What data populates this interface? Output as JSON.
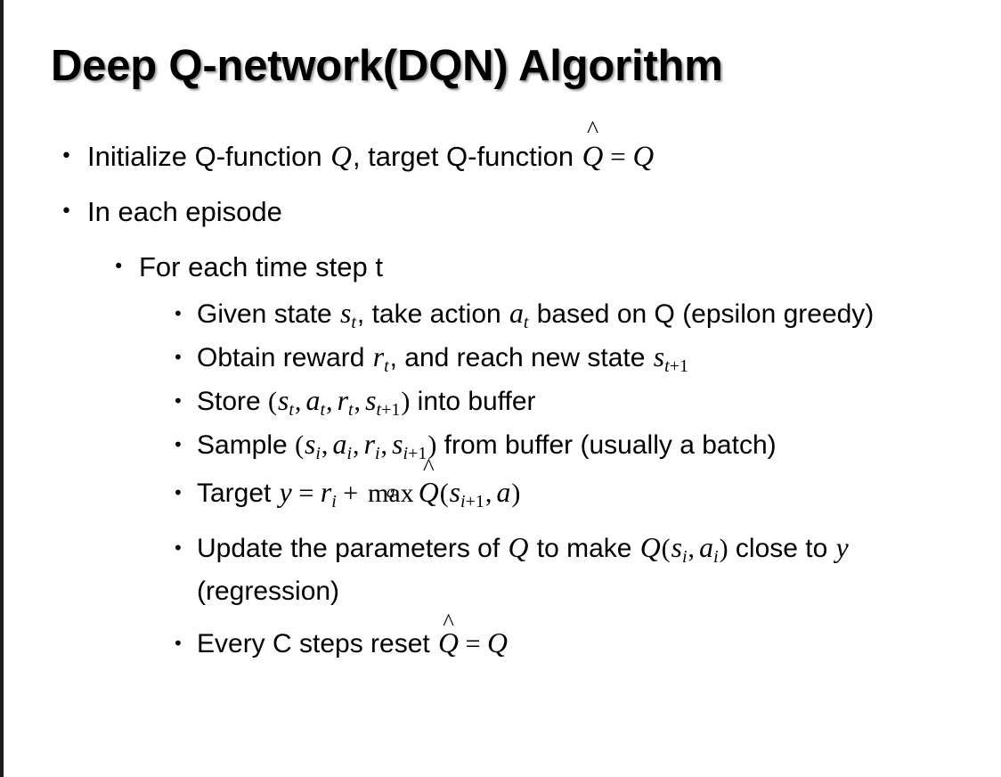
{
  "slide": {
    "title": "Deep Q-network(DQN) Algorithm",
    "background_color": "#ffffff",
    "text_color": "#000000",
    "left_edge_color": "#1a1a1a",
    "title_shadow_color": "#787878"
  },
  "bullets": {
    "b1": {
      "level": 1,
      "marker": "•",
      "plain_text": "Initialize Q-function Q, target Q-function Q̂ = Q",
      "pre": "Initialize Q-function ",
      "var_q1": "Q",
      "mid": ", target Q-function ",
      "qhat": "Q",
      "hat": "̂",
      "eq": "=",
      "var_q2": "Q"
    },
    "b2": {
      "level": 1,
      "marker": "•",
      "plain_text": "In each episode",
      "text": "In each episode"
    },
    "b3": {
      "level": 2,
      "marker": "•",
      "plain_text": "For each time step t",
      "text": "For each time step t"
    },
    "b4": {
      "level": 3,
      "marker": "•",
      "plain_text": "Given state s_t, take action a_t based on Q (epsilon greedy)",
      "pre": "Given state ",
      "var_s": "s",
      "sub_s": "t",
      "mid": ", take action ",
      "var_a": "a",
      "sub_a": "t",
      "post": " based on Q (epsilon greedy)"
    },
    "b5": {
      "level": 3,
      "marker": "•",
      "plain_text": "Obtain reward r_t, and reach new state s_t+1",
      "pre": "Obtain reward ",
      "var_r": "r",
      "sub_r": "t",
      "mid": ", and reach new state ",
      "var_s": "s",
      "sub_s_var": "t",
      "sub_s_plus": "+1"
    },
    "b6": {
      "level": 3,
      "marker": "•",
      "plain_text": "Store (s_t, a_t, r_t, s_t+1) into buffer",
      "pre": "Store ",
      "open": "(",
      "v1": "s",
      "v1sub": "t",
      "v2": "a",
      "v2sub": "t",
      "v3": "r",
      "v3sub": "t",
      "v4": "s",
      "v4sub_var": "t",
      "v4sub_plus": "+1",
      "close": ")",
      "post": " into buffer"
    },
    "b7": {
      "level": 3,
      "marker": "•",
      "plain_text": "Sample (s_i, a_i, r_i, s_i+1) from buffer (usually a batch)",
      "pre": "Sample ",
      "open": "(",
      "v1": "s",
      "v1sub": "i",
      "v2": "a",
      "v2sub": "i",
      "v3": "r",
      "v3sub": "i",
      "v4": "s",
      "v4sub_var": "i",
      "v4sub_plus": "+1",
      "close": ")",
      "post": " from buffer (usually a batch)"
    },
    "b8": {
      "level": 3,
      "marker": "•",
      "plain_text": "Target y = r_i + max_a Q̂(s_i+1, a)",
      "pre": "Target ",
      "var_y": "y",
      "eq": "=",
      "var_r": "r",
      "sub_r": "i",
      "plus": "+",
      "max_op": "max",
      "max_limit": "a",
      "qhat": "Q",
      "hat": "̂",
      "open": "(",
      "var_s": "s",
      "sub_s_var": "i",
      "sub_s_plus": "+1",
      "comma": ",",
      "var_a": "a",
      "close": ")"
    },
    "b9": {
      "level": 3,
      "marker": "•",
      "plain_text": "Update the parameters of Q to make Q(s_i, a_i) close to y (regression)",
      "pre": "Update the parameters of ",
      "var_q1": "Q",
      "mid": " to make ",
      "var_q2": "Q",
      "open": "(",
      "v1": "s",
      "v1sub": "i",
      "comma": ",",
      "v2": "a",
      "v2sub": "i",
      "close": ")",
      "post": " close to ",
      "var_y": "y",
      "tail": " (regression)"
    },
    "b10": {
      "level": 3,
      "marker": "•",
      "plain_text": "Every C steps reset Q̂ = Q",
      "pre": "Every C steps reset ",
      "qhat": "Q",
      "hat": "̂",
      "eq": "=",
      "var_q": "Q"
    }
  }
}
